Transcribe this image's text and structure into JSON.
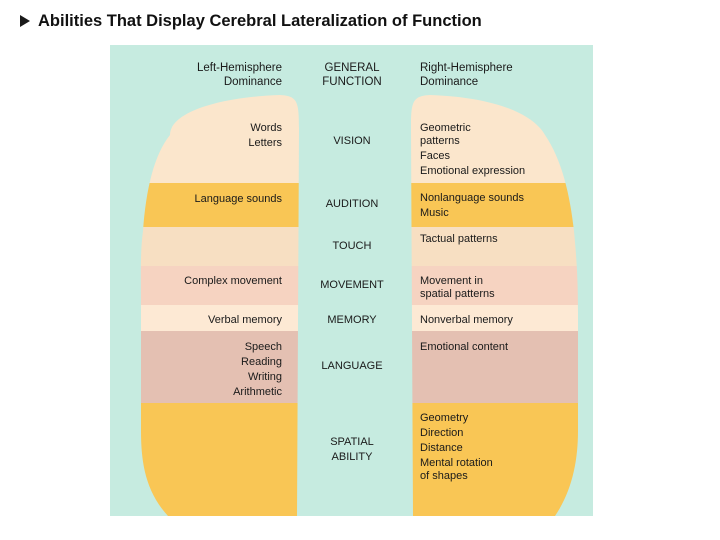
{
  "title": "Abilities That Display Cerebral Lateralization of Function",
  "headers": {
    "left": "Left-Hemisphere\nDominance",
    "center": "GENERAL\nFUNCTION",
    "right": "Right-Hemisphere\nDominance"
  },
  "rows": [
    {
      "function": "VISION",
      "left": [
        "Words",
        "Letters"
      ],
      "right": [
        "Geometric",
        "patterns",
        "Faces",
        "Emotional expression"
      ],
      "color": "#fbe6cc"
    },
    {
      "function": "AUDITION",
      "left": [
        "Language sounds"
      ],
      "right": [
        "Nonlanguage sounds",
        "Music"
      ],
      "color": "#f9c655"
    },
    {
      "function": "TOUCH",
      "left": [],
      "right": [
        "Tactual patterns"
      ],
      "color": "#f7dfc2"
    },
    {
      "function": "MOVEMENT",
      "left": [
        "Complex movement"
      ],
      "right": [
        "Movement in",
        "spatial patterns"
      ],
      "color": "#f6d3c1"
    },
    {
      "function": "MEMORY",
      "left": [
        "Verbal memory"
      ],
      "right": [
        "Nonverbal memory"
      ],
      "color": "#fde9d4"
    },
    {
      "function": "LANGUAGE",
      "left": [
        "Speech",
        "Reading",
        "Writing",
        "Arithmetic"
      ],
      "right": [
        "Emotional content"
      ],
      "color": "#e4c0b2"
    },
    {
      "function": "SPATIAL\nABILITY",
      "left": [],
      "right": [
        "Geometry",
        "Direction",
        "Distance",
        "Mental rotation",
        "of shapes"
      ],
      "color": "#f9c655"
    }
  ]
}
